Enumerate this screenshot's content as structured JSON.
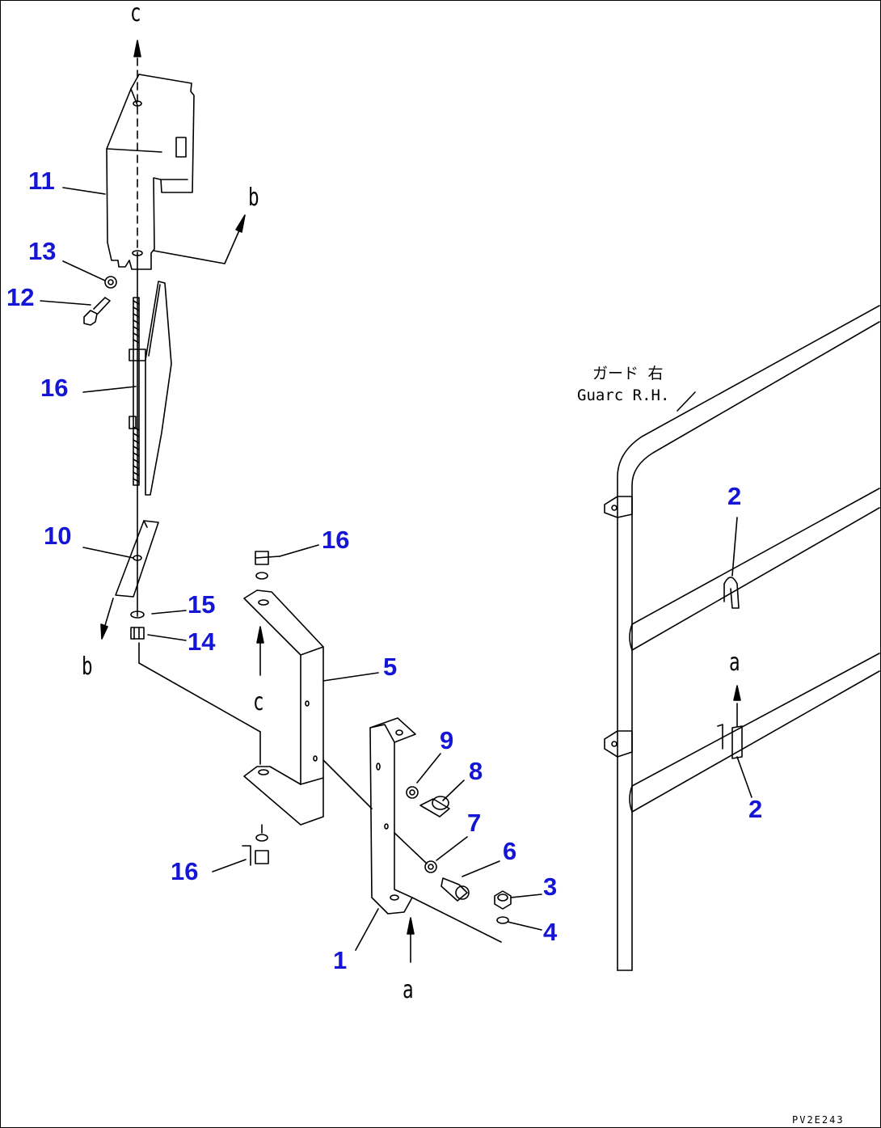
{
  "callouts": {
    "c1": "1",
    "c2a": "2",
    "c2b": "2",
    "c3": "3",
    "c4": "4",
    "c5": "5",
    "c6": "6",
    "c7": "7",
    "c8": "8",
    "c9": "9",
    "c10": "10",
    "c11": "11",
    "c12": "12",
    "c13": "13",
    "c14": "14",
    "c15": "15",
    "c16a": "16",
    "c16b": "16",
    "c16c": "16"
  },
  "refs": {
    "c_top": "c",
    "c_mid": "c",
    "b_top": "b",
    "b_bottom": "b",
    "a_right": "a",
    "a_bottom": "a"
  },
  "guard_note": {
    "jp": "ガード 右",
    "en": "Guarc R.H."
  },
  "drawing_code": "PV2E243",
  "colors": {
    "callout": "#1515d6",
    "line": "#000000"
  }
}
